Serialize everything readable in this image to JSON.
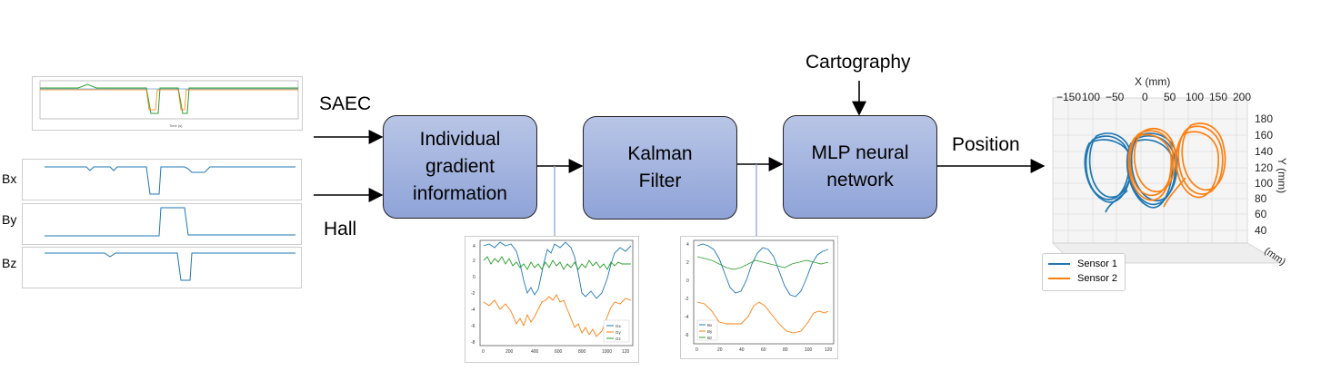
{
  "inputs": {
    "saec": "SAEC",
    "hall": "Hall"
  },
  "axis_labels": {
    "bx": "Bx",
    "by": "By",
    "bz": "Bz"
  },
  "boxes": {
    "gradient": "Individual\ngradient\ninformation",
    "kalman": "Kalman\nFilter",
    "mlp": "MLP neural\nnetwork"
  },
  "cartography": "Cartography",
  "output_label": "Position",
  "plot3d": {
    "xlabel": "X (mm)",
    "ylabel": "Y (mm)",
    "zlabel_partial": "(mm)",
    "x_ticks": [
      "−150",
      "100",
      "−50",
      "0",
      "50",
      "100",
      "150",
      "200"
    ],
    "y_ticks": [
      "180",
      "160",
      "140",
      "120",
      "100",
      "80",
      "60",
      "40"
    ],
    "legend": [
      {
        "name": "Sensor 1",
        "color": "#1f77b4"
      },
      {
        "name": "Sensor 2",
        "color": "#ff7f0e"
      }
    ]
  },
  "gradient_plot": {
    "y_ticks": [
      "4",
      "2",
      "0",
      "-2",
      "-4",
      "-6",
      "-8"
    ],
    "x_ticks": [
      "0",
      "200",
      "400",
      "600",
      "800",
      "1000",
      "120"
    ],
    "legend": [
      "Gx",
      "Gy",
      "Gz"
    ]
  },
  "kalman_plot": {
    "y_ticks": [
      "4",
      "2",
      "0",
      "-2",
      "-4",
      "-6"
    ],
    "x_ticks": [
      "0",
      "20",
      "40",
      "60",
      "80",
      "100",
      "120"
    ],
    "legend": [
      "Bx",
      "By",
      "Bz"
    ]
  },
  "colors": {
    "blue": "#1f77b4",
    "orange": "#ff7f0e",
    "green": "#2ca02c",
    "box_top": "#b8c5e6",
    "box_bottom": "#8fa3d8"
  }
}
